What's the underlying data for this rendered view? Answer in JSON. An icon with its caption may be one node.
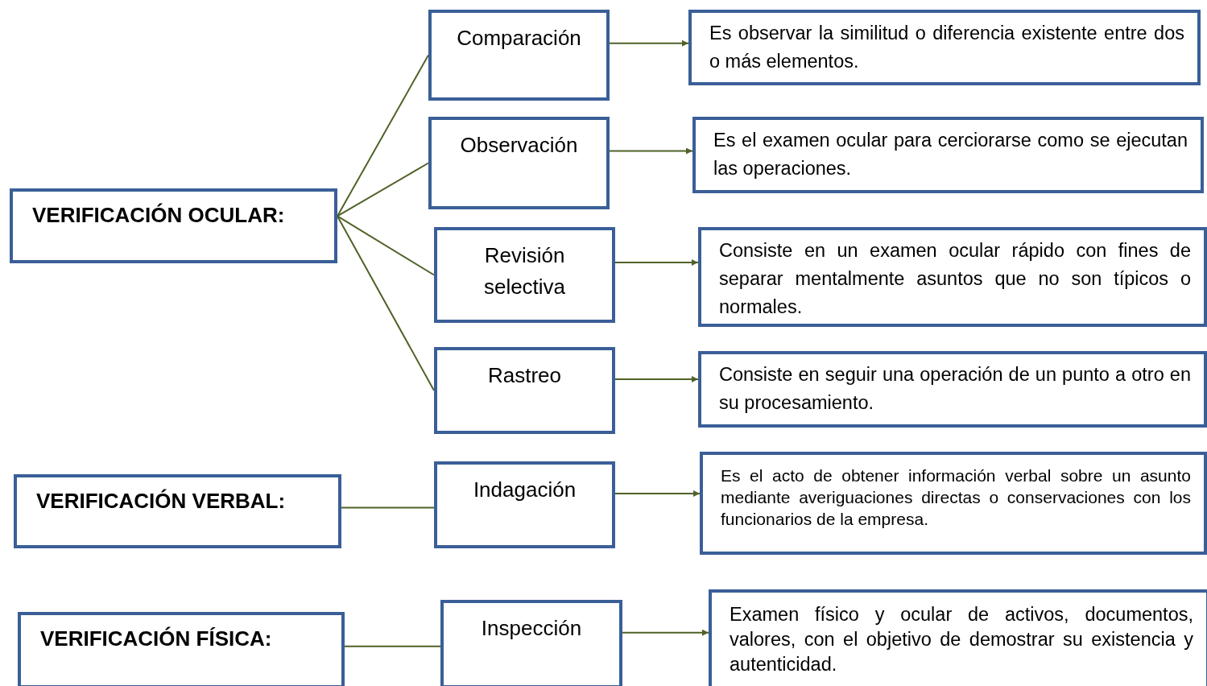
{
  "diagram": {
    "nodes": [
      {
        "text": [
          "VERIFICACIÓN OCULAR:"
        ]
      },
      {
        "text": [
          "Comparación"
        ]
      },
      {
        "text": [
          "Es observar la similitud o diferencia existente entre dos o más elementos."
        ]
      },
      {
        "text": [
          "Observación"
        ]
      },
      {
        "text": [
          "Es el examen ocular para cerciorarse como se ejecutan las operaciones."
        ]
      },
      {
        "text": [
          "Revisión selectiva"
        ]
      },
      {
        "text": [
          "Consiste en un examen ocular rápido con fines de separar mentalmente asuntos que no son típicos o normales."
        ]
      },
      {
        "text": [
          "Rastreo"
        ]
      },
      {
        "text": [
          "Consiste en seguir una operación de un punto a otro en su procesamiento."
        ]
      },
      {
        "text": [
          "VERIFICACIÓN VERBAL:"
        ]
      },
      {
        "text": [
          "Indagación"
        ]
      },
      {
        "text": [
          "Es el acto de obtener información verbal sobre un asunto mediante averiguaciones directas o conservaciones con los funcionarios de la empresa."
        ]
      },
      {
        "text": [
          "VERIFICACIÓN FÍSICA:"
        ]
      },
      {
        "text": [
          "Inspección"
        ]
      },
      {
        "text": [
          "Examen físico y ocular de activos, documentos, valores, con el objetivo de demostrar su existencia y autenticidad."
        ]
      }
    ],
    "edges": [
      {
        "from": 0,
        "to": 1,
        "arrow": "none"
      },
      {
        "from": 0,
        "to": 3,
        "arrow": "none"
      },
      {
        "from": 0,
        "to": 5,
        "arrow": "none"
      },
      {
        "from": 0,
        "to": 7,
        "arrow": "none"
      },
      {
        "from": 1,
        "to": 2,
        "arrow": "to"
      },
      {
        "from": 3,
        "to": 4,
        "arrow": "to"
      },
      {
        "from": 5,
        "to": 6,
        "arrow": "to"
      },
      {
        "from": 7,
        "to": 8,
        "arrow": "to"
      },
      {
        "from": 9,
        "to": 10,
        "arrow": "none"
      },
      {
        "from": 10,
        "to": 11,
        "arrow": "to"
      },
      {
        "from": 12,
        "to": 13,
        "arrow": "none"
      },
      {
        "from": 13,
        "to": 14,
        "arrow": "to"
      }
    ]
  }
}
